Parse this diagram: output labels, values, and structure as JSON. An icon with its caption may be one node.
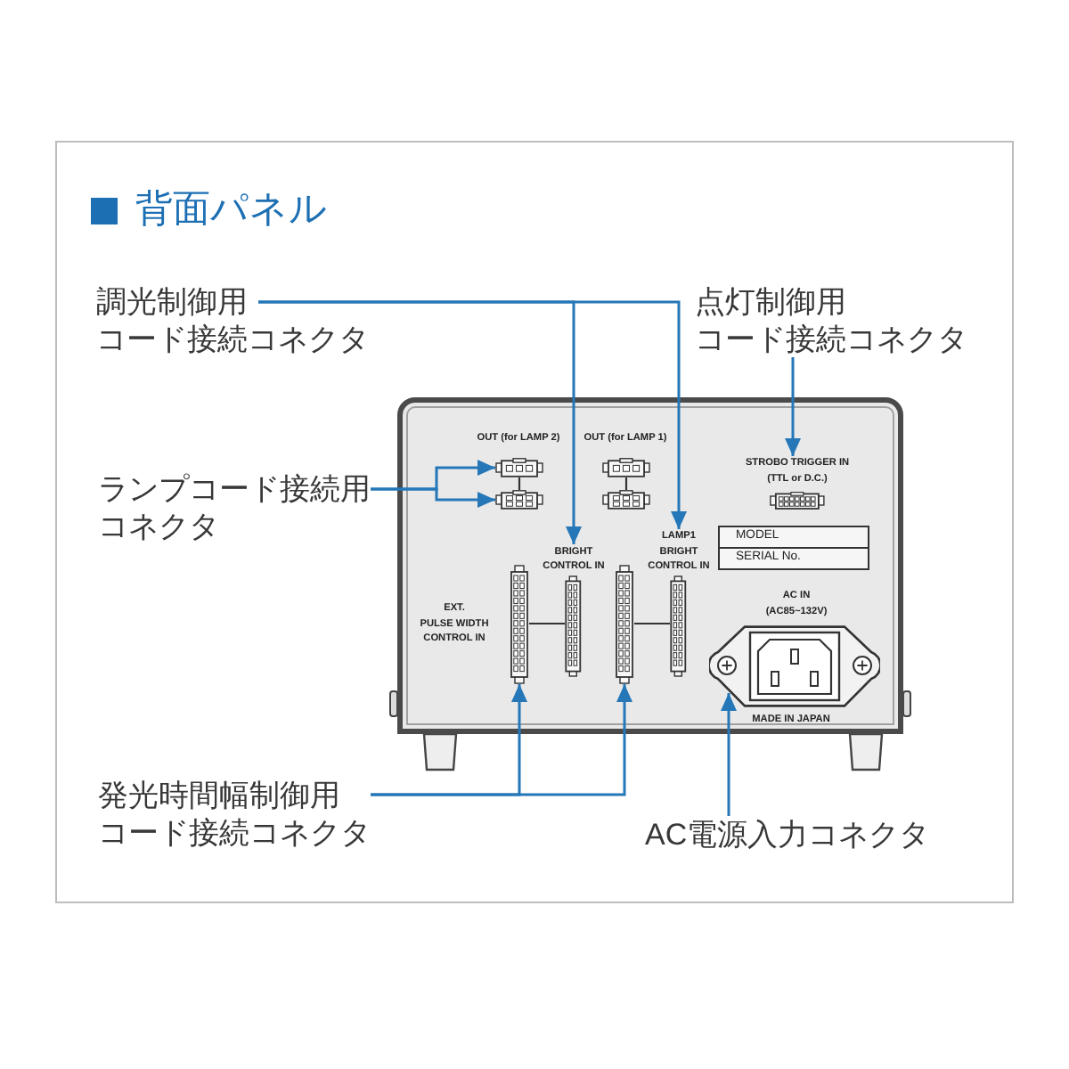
{
  "diagram": {
    "title": "背面パネル",
    "nodes": [
      {
        "text": [
          "調光制御用コード接続コネクタ"
        ]
      },
      {
        "text": [
          "点灯制御用コード接続コネクタ"
        ]
      },
      {
        "text": [
          "ランプコード接続用コネクタ"
        ]
      },
      {
        "text": [
          "OUT (for LAMP 2)",
          "OUT (for LAMP 1)",
          "EXT. PULSE WIDTH CONTROL IN",
          "AC IN (AC85~132V)",
          "MADE IN JAPAN"
        ]
      },
      {
        "text": [],
        "shape": "picture",
        "in": 3
      },
      {
        "text": [],
        "shape": "picture",
        "in": 3
      },
      {
        "text": [],
        "shape": "picture",
        "in": 3
      },
      {
        "text": [],
        "shape": "picture",
        "in": 3
      },
      {
        "text": [
          "STROBO TRIGGER IN (TTL or D.C.)"
        ],
        "in": 3
      },
      {
        "text": [
          "BRIGHT CONTROL IN"
        ],
        "in": 3
      },
      {
        "text": [
          "LAMP1 BRIGHT CONTROL IN"
        ],
        "in": 3
      },
      {
        "text": [
          "MODEL",
          "SERIAL No."
        ],
        "in": 3
      },
      {
        "text": [],
        "shape": "picture",
        "in": 3
      },
      {
        "text": [],
        "shape": "picture",
        "in": 3
      },
      {
        "text": [],
        "shape": "picture",
        "in": 3
      },
      {
        "text": [
          "発光時間幅制御用コード接続コネクタ"
        ]
      },
      {
        "text": [
          "AC電源入力コネクタ"
        ]
      }
    ],
    "edges": [
      {
        "from": 0,
        "to": 9,
        "arrow": "to"
      },
      {
        "from": 0,
        "to": 10,
        "arrow": "to"
      },
      {
        "from": 1,
        "to": 8,
        "arrow": "to"
      },
      {
        "from": 2,
        "to": 4,
        "arrow": "to"
      },
      {
        "from": 2,
        "to": 6,
        "arrow": "to"
      },
      {
        "from": 4,
        "to": 6,
        "arrow": "none",
        "color": "#333333"
      },
      {
        "from": 5,
        "to": 7,
        "arrow": "none",
        "color": "#333333"
      },
      {
        "from": 12,
        "to": 9,
        "arrow": "none",
        "color": "#333333"
      },
      {
        "from": 13,
        "to": 10,
        "arrow": "none",
        "color": "#333333"
      },
      {
        "from": 15,
        "to": 12,
        "arrow": "to"
      },
      {
        "from": 15,
        "to": 13,
        "arrow": "to"
      },
      {
        "from": 16,
        "to": 14,
        "arrow": "to"
      }
    ]
  }
}
